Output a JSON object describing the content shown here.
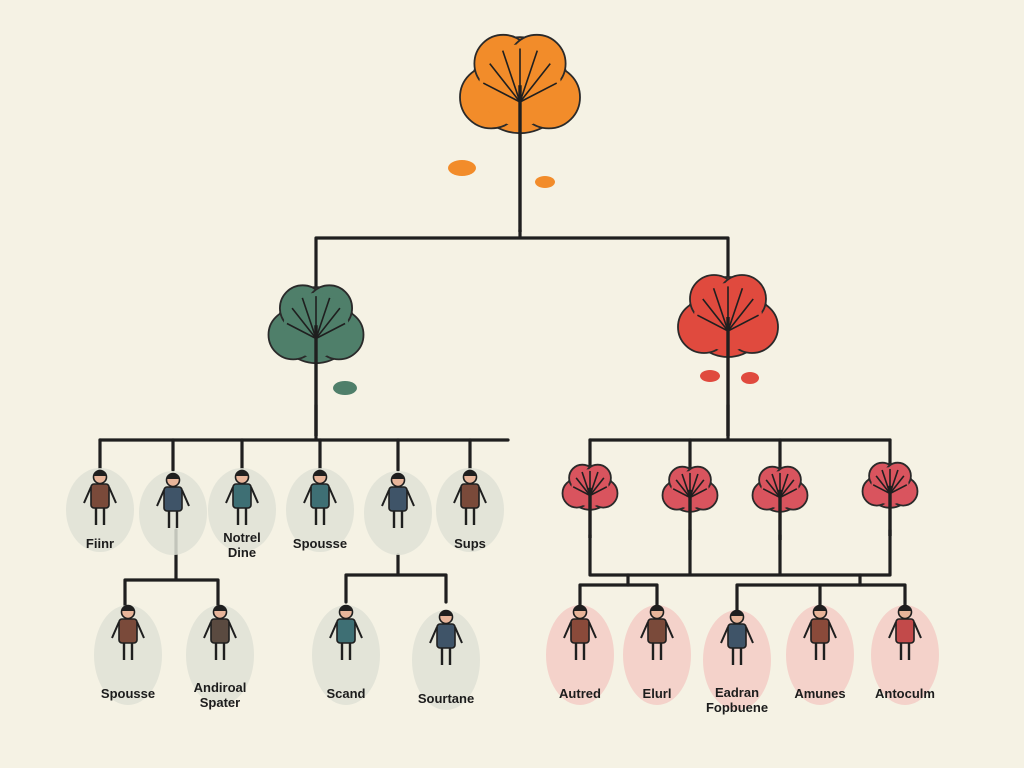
{
  "colors": {
    "background": "#f5f2e4",
    "root_tree": "#f28c2a",
    "left_tree": "#4f7f6a",
    "right_tree": "#e04a3e",
    "small_tree": "#d9545e",
    "line": "#1f1f1f",
    "left_badge": "#dfe2d6",
    "right_badge": "#f3cdc6"
  },
  "trees": [
    {
      "id": "root",
      "icon": "tree-icon"
    },
    {
      "id": "left",
      "icon": "tree-icon"
    },
    {
      "id": "right",
      "icon": "tree-icon"
    },
    {
      "id": "small-1",
      "icon": "tree-icon"
    },
    {
      "id": "small-2",
      "icon": "tree-icon"
    },
    {
      "id": "small-3",
      "icon": "tree-icon"
    },
    {
      "id": "small-4",
      "icon": "tree-icon"
    }
  ],
  "people": [
    {
      "id": "p1",
      "icon": "person-icon",
      "label_lines": [
        "Fiinr"
      ]
    },
    {
      "id": "p2",
      "icon": "person-icon",
      "label_lines": []
    },
    {
      "id": "p3",
      "icon": "person-icon",
      "label_lines": [
        "Notrel",
        "Dine"
      ]
    },
    {
      "id": "p4",
      "icon": "person-icon",
      "label_lines": [
        "Spousse"
      ]
    },
    {
      "id": "p5",
      "icon": "person-icon",
      "label_lines": []
    },
    {
      "id": "p6",
      "icon": "person-icon",
      "label_lines": [
        "Sups"
      ]
    },
    {
      "id": "p7",
      "icon": "person-icon",
      "label_lines": [
        "Spousse"
      ]
    },
    {
      "id": "p8",
      "icon": "person-icon",
      "label_lines": [
        "Andiroal",
        "Spater"
      ]
    },
    {
      "id": "p9",
      "icon": "person-icon",
      "label_lines": [
        "Scand"
      ]
    },
    {
      "id": "p10",
      "icon": "person-icon",
      "label_lines": [
        "Sourtane"
      ]
    },
    {
      "id": "p11",
      "icon": "person-icon",
      "label_lines": [
        "Autred"
      ]
    },
    {
      "id": "p12",
      "icon": "person-icon",
      "label_lines": [
        "Elurl"
      ]
    },
    {
      "id": "p13",
      "icon": "person-icon",
      "label_lines": [
        "Eadran",
        "Fopbuene"
      ]
    },
    {
      "id": "p14",
      "icon": "person-icon",
      "label_lines": [
        "Amunes"
      ]
    },
    {
      "id": "p15",
      "icon": "person-icon",
      "label_lines": [
        "Antoculm"
      ]
    }
  ]
}
